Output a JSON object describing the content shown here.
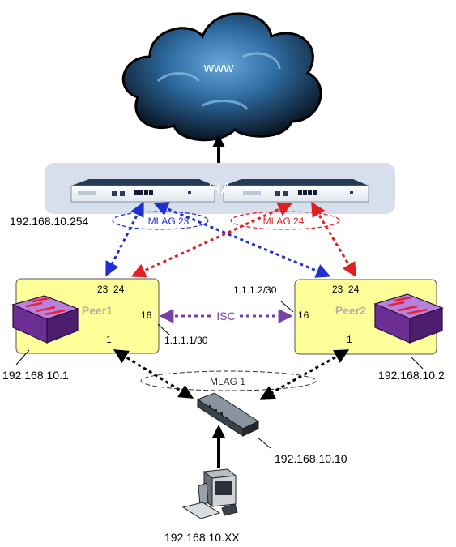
{
  "cloud": {
    "label": "www"
  },
  "ha": {
    "label": "HA"
  },
  "firewall_ip": "192.168.10.254",
  "mlag23": {
    "label": "MLAG 23",
    "color": "#1f2fd0"
  },
  "mlag24": {
    "label": "MLAG 24",
    "color": "#e02020"
  },
  "mlag1": {
    "label": "MLAG 1"
  },
  "isc": {
    "label": "ISC",
    "color": "#7a3fa8"
  },
  "peer1": {
    "name": "Peer1",
    "port_23_24": "23  24",
    "port_16": "16",
    "port_1": "1",
    "isc_ip": "1.1.1.1/30",
    "mgmt_ip": "192.168.10.1"
  },
  "peer2": {
    "name": "Peer2",
    "port_23_24": "23  24",
    "port_16": "16",
    "port_1": "1",
    "isc_ip": "1.1.1.2/30",
    "mgmt_ip": "192.168.10.2"
  },
  "access_switch_ip": "192.168.10.10",
  "client_ip": "192.168.10.XX",
  "colors": {
    "peer_box_fill": "#ffff99",
    "ha_panel_fill": "#d6dfeb",
    "switch_purple": "#7b3fa6",
    "cloud_dark": "#0e1e30",
    "cloud_blue": "#3f7fb3"
  }
}
